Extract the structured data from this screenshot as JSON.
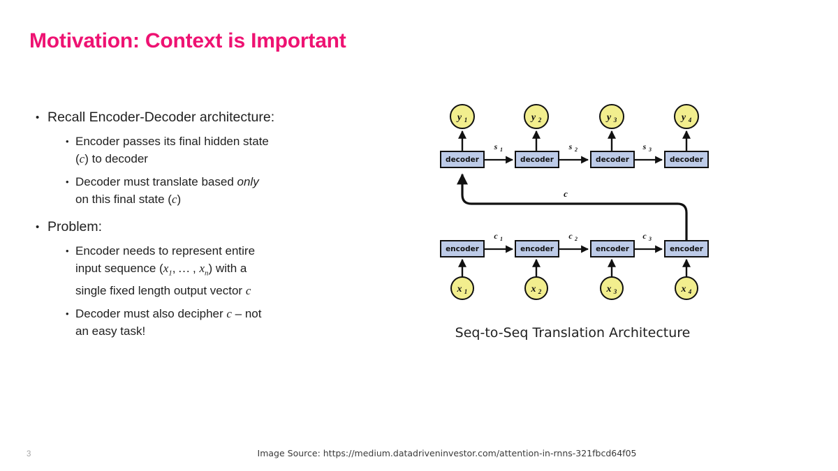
{
  "slide": {
    "title": "Motivation: Context is Important",
    "number": "3",
    "image_source": "Image Source: https://medium.datadriveninvestor.com/attention-in-rnns-321fbcd64f05"
  },
  "bullets": [
    {
      "level": 1,
      "text": "Recall Encoder-Decoder architecture:",
      "children": [
        {
          "level": 2,
          "text": "Encoder passes its final hidden state (c) to decoder"
        },
        {
          "level": 2,
          "text": "Decoder must translate based only on this final state (c)"
        }
      ]
    },
    {
      "level": 1,
      "text": "Problem:",
      "children": [
        {
          "level": 2,
          "text": "Encoder needs to represent entire input sequence (x₁, … , xₙ) with a single fixed length output vector c"
        },
        {
          "level": 2,
          "text": "Decoder must also decipher c – not an easy task!"
        }
      ]
    }
  ],
  "bullet_marker": "•",
  "figure": {
    "caption": "Seq-to-Seq Translation Architecture",
    "colors": {
      "node_fill": "#f2ee8e",
      "box_fill": "#bdcbe8",
      "stroke": "#111111"
    },
    "decoder_boxes": [
      {
        "label": "decoder"
      },
      {
        "label": "decoder"
      },
      {
        "label": "decoder"
      },
      {
        "label": "decoder"
      }
    ],
    "encoder_boxes": [
      {
        "label": "encoder"
      },
      {
        "label": "encoder"
      },
      {
        "label": "encoder"
      },
      {
        "label": "encoder"
      }
    ],
    "output_nodes": [
      {
        "base": "y",
        "sub": "1"
      },
      {
        "base": "y",
        "sub": "2"
      },
      {
        "base": "y",
        "sub": "3"
      },
      {
        "base": "y",
        "sub": "4"
      }
    ],
    "input_nodes": [
      {
        "base": "x",
        "sub": "1"
      },
      {
        "base": "x",
        "sub": "2"
      },
      {
        "base": "x",
        "sub": "3"
      },
      {
        "base": "x",
        "sub": "4"
      }
    ],
    "decoder_edge_labels": [
      {
        "base": "s",
        "sub": "1"
      },
      {
        "base": "s",
        "sub": "2"
      },
      {
        "base": "s",
        "sub": "3"
      }
    ],
    "encoder_edge_labels": [
      {
        "base": "c",
        "sub": "1"
      },
      {
        "base": "c",
        "sub": "2"
      },
      {
        "base": "c",
        "sub": "3"
      }
    ],
    "context_edge_label": "c"
  },
  "theme": {
    "title_color": "#ee1272",
    "body_color": "#1f1f1f",
    "slide_number_color": "#a6a6a6",
    "background": "#ffffff"
  }
}
